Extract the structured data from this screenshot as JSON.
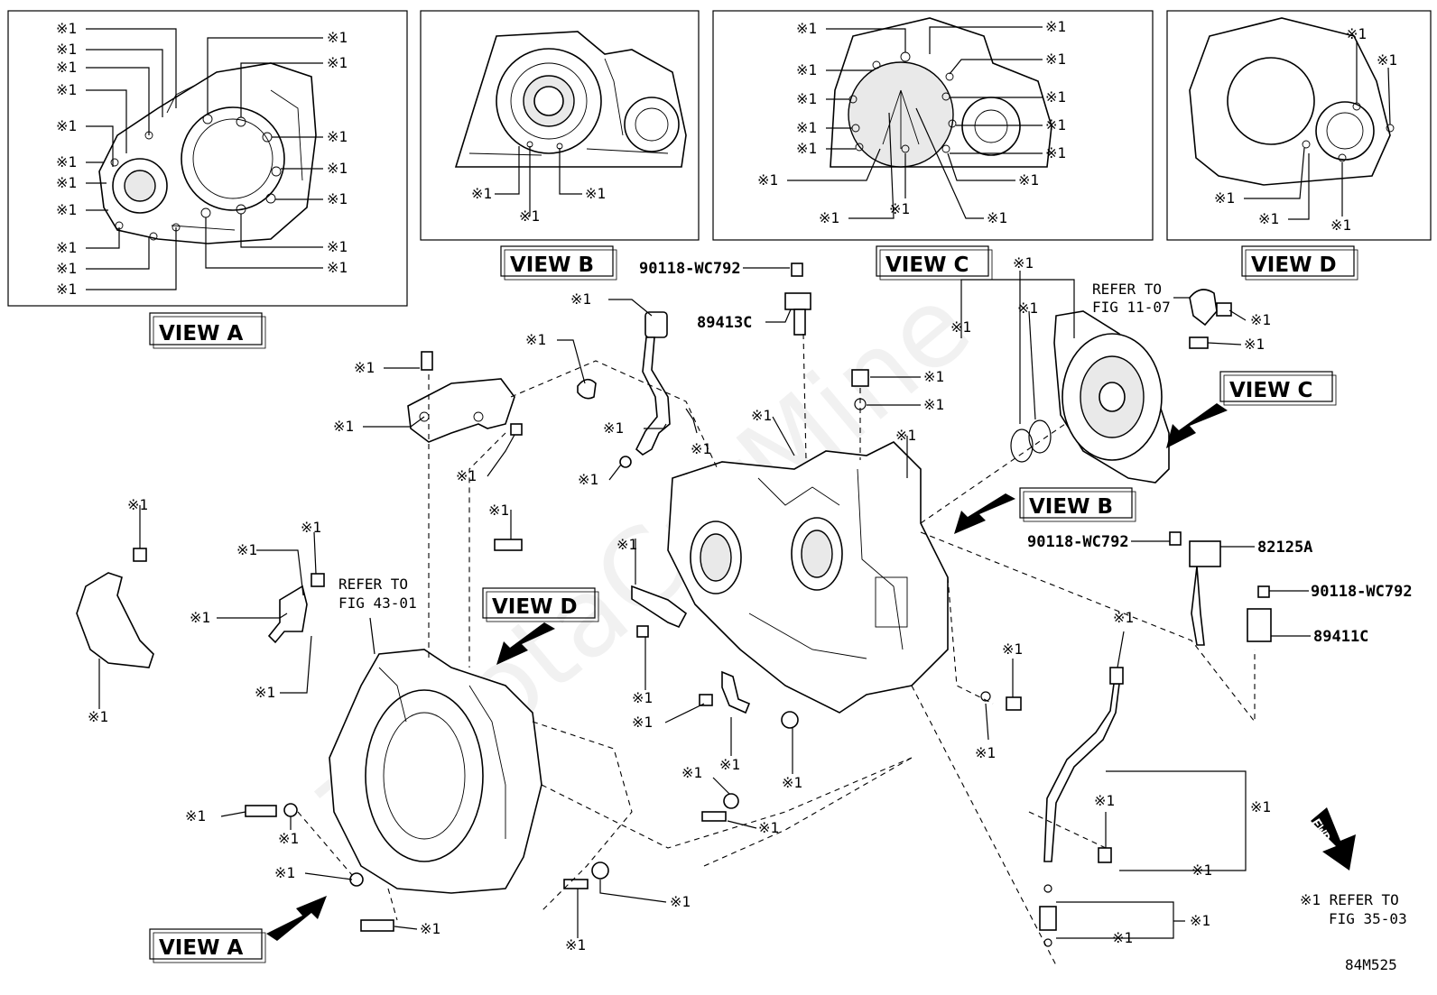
{
  "diagram": {
    "callout_symbol": "※1",
    "views": {
      "view_a_label": "VIEW A",
      "view_b_label": "VIEW B",
      "view_c_label": "VIEW C",
      "view_d_label": "VIEW D"
    },
    "part_numbers": {
      "bolt_a": "90118-WC792",
      "bolt_b": "90118-WC792",
      "bolt_c": "90118-WC792",
      "sensor_89413c": "89413C",
      "sensor_82125a": "82125A",
      "sensor_89411c": "89411C"
    },
    "references": {
      "refer_fig_11_07_line1": "REFER TO",
      "refer_fig_11_07_line2": "FIG 11-07",
      "refer_fig_43_01_line1": "REFER TO",
      "refer_fig_43_01_line2": "FIG 43-01",
      "refer_fig_35_03_line1": "※1 REFER TO",
      "refer_fig_35_03_line2": "FIG 35-03"
    },
    "fwd_label": "FWD",
    "figure_code": "84M525",
    "watermark_text": "ToyotaCarMine"
  }
}
